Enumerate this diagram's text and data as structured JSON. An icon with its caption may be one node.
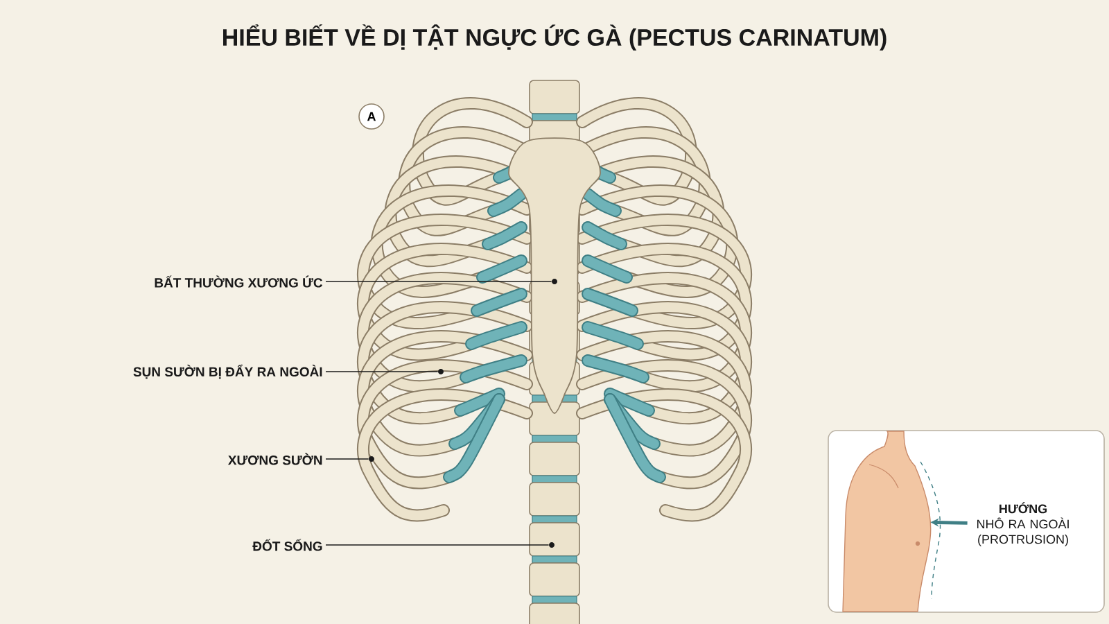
{
  "diagram": {
    "title": "HIỂU BIẾT VỀ DỊ TẬT NGỰC ỨC GÀ (PECTUS CARINATUM)",
    "nodes": [
      {
        "text": [
          "A"
        ]
      },
      {
        "text": [
          "BẤT THƯỜNG XƯƠNG ỨC"
        ]
      },
      {
        "text": [],
        "shape": "circle"
      },
      {
        "text": [
          "SỤN SƯỜN BỊ ĐẨY RA NGOÀI"
        ]
      },
      {
        "text": [],
        "shape": "circle"
      },
      {
        "text": [
          "XƯƠNG SƯỜN"
        ]
      },
      {
        "text": [],
        "shape": "circle"
      },
      {
        "text": [
          "ĐỐT SỐNG"
        ]
      },
      {
        "text": [],
        "shape": "circle"
      },
      {
        "text": [],
        "shape": "box"
      },
      {
        "text": [],
        "shape": "picture",
        "in": 9
      },
      {
        "text": [
          "HƯỚNG",
          "NHÔ RA NGOÀI (PROTRUSION)"
        ],
        "in": 9
      }
    ],
    "edges": [
      {
        "from": 1,
        "to": 2,
        "arrow": "none"
      },
      {
        "from": 3,
        "to": 4,
        "arrow": "none"
      },
      {
        "from": 5,
        "to": 6,
        "arrow": "none"
      },
      {
        "from": 7,
        "to": 8,
        "arrow": "none"
      },
      {
        "from": 11,
        "to": 10,
        "arrow": "to",
        "color": "#3f7f85",
        "style": "thick"
      }
    ]
  }
}
